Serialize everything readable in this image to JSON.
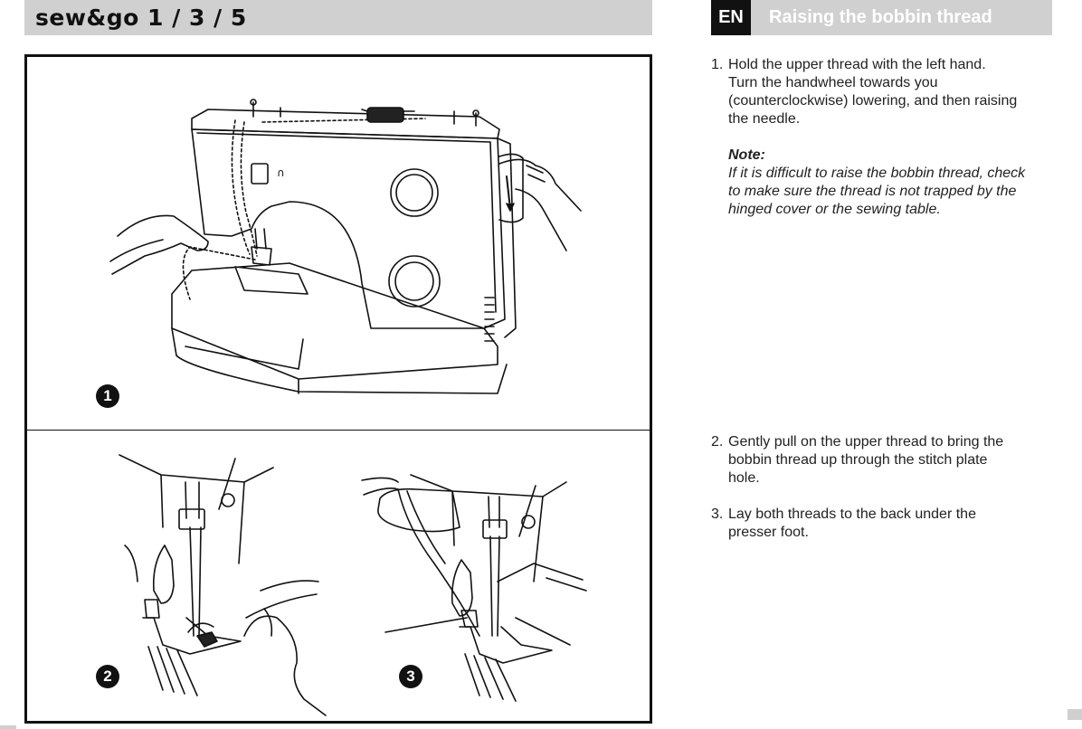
{
  "header": {
    "brand": "sew&go  1  /  3  /  5",
    "lang": "EN",
    "section_title": "Raising the bobbin thread"
  },
  "figures": {
    "step1": "1",
    "step2": "2",
    "step3": "3"
  },
  "steps": [
    {
      "num": "1.",
      "lines": [
        "Hold the upper thread with the left hand.",
        "Turn the handwheel towards you",
        "(counterclockwise) lowering, and then raising",
        "the needle."
      ]
    },
    {
      "num": "2.",
      "lines": [
        "Gently pull on the upper thread to bring the",
        "bobbin thread up through the stitch plate",
        "hole."
      ]
    },
    {
      "num": "3.",
      "lines": [
        "Lay both threads to the back under the",
        "presser foot."
      ]
    }
  ],
  "note": {
    "heading": "Note:",
    "lines": [
      "If it is difficult to raise the bobbin thread, check",
      "to make sure the thread is not trapped by the",
      "hinged cover or the sewing table."
    ]
  },
  "colors": {
    "header_bg": "#d0d0d0",
    "lang_bg": "#111111",
    "frame": "#111111"
  }
}
